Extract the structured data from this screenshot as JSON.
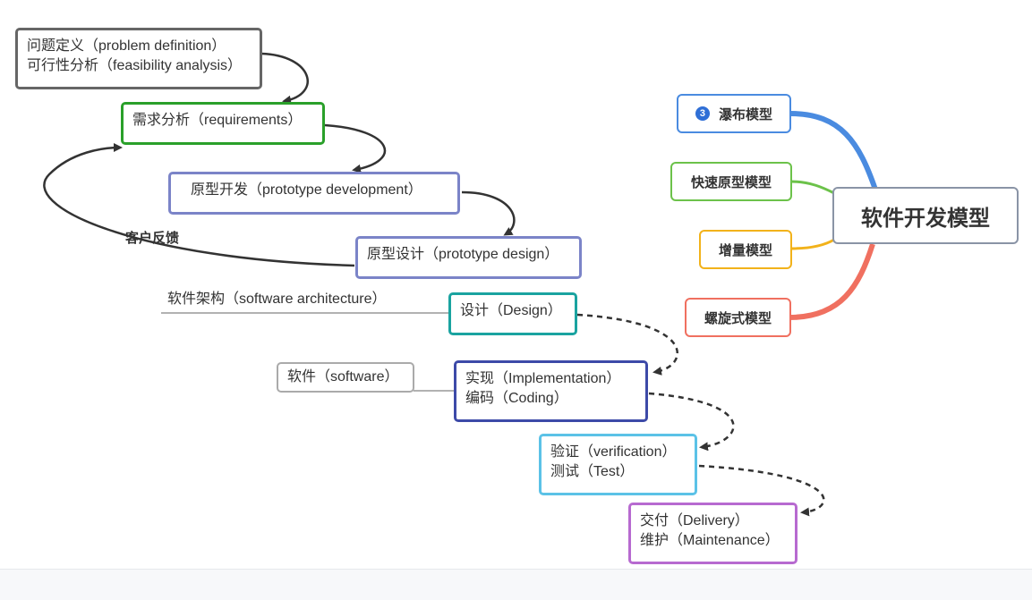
{
  "left_flow": {
    "problem_definition": {
      "line1": "问题定义（problem definition）",
      "line2": "可行性分析（feasibility analysis）",
      "color": "#666666"
    },
    "requirements": {
      "label": "需求分析（requirements）",
      "color": "#2aa02a"
    },
    "prototype_development": {
      "label": "原型开发（prototype development）",
      "color": "#7b84c8"
    },
    "prototype_design": {
      "label": "原型设计（prototype design）",
      "color": "#7b84c8"
    },
    "customer_feedback": "客户反馈",
    "design": {
      "label": "设计（Design）",
      "color": "#1aa3a0"
    },
    "software_architecture": "软件架构（software architecture）",
    "implementation": {
      "line1": "实现（Implementation）",
      "line2": "编码（Coding）",
      "color": "#3d4aa8"
    },
    "software": {
      "label": "软件（software）",
      "color": "#aaaaaa"
    },
    "verification": {
      "line1": "验证（verification）",
      "line2": "测试（Test）",
      "color": "#5bc2e7"
    },
    "delivery": {
      "line1": "交付（Delivery）",
      "line2": "维护（Maintenance）",
      "color": "#b76ad0"
    }
  },
  "mindmap": {
    "center": "软件开发模型",
    "branches": [
      {
        "badge": "3",
        "label": "瀑布模型",
        "color": "#4a8be0"
      },
      {
        "label": "快速原型模型",
        "color": "#6cc24a"
      },
      {
        "label": "增量模型",
        "color": "#f2b21a"
      },
      {
        "label": "螺旋式模型",
        "color": "#f07060"
      }
    ]
  }
}
